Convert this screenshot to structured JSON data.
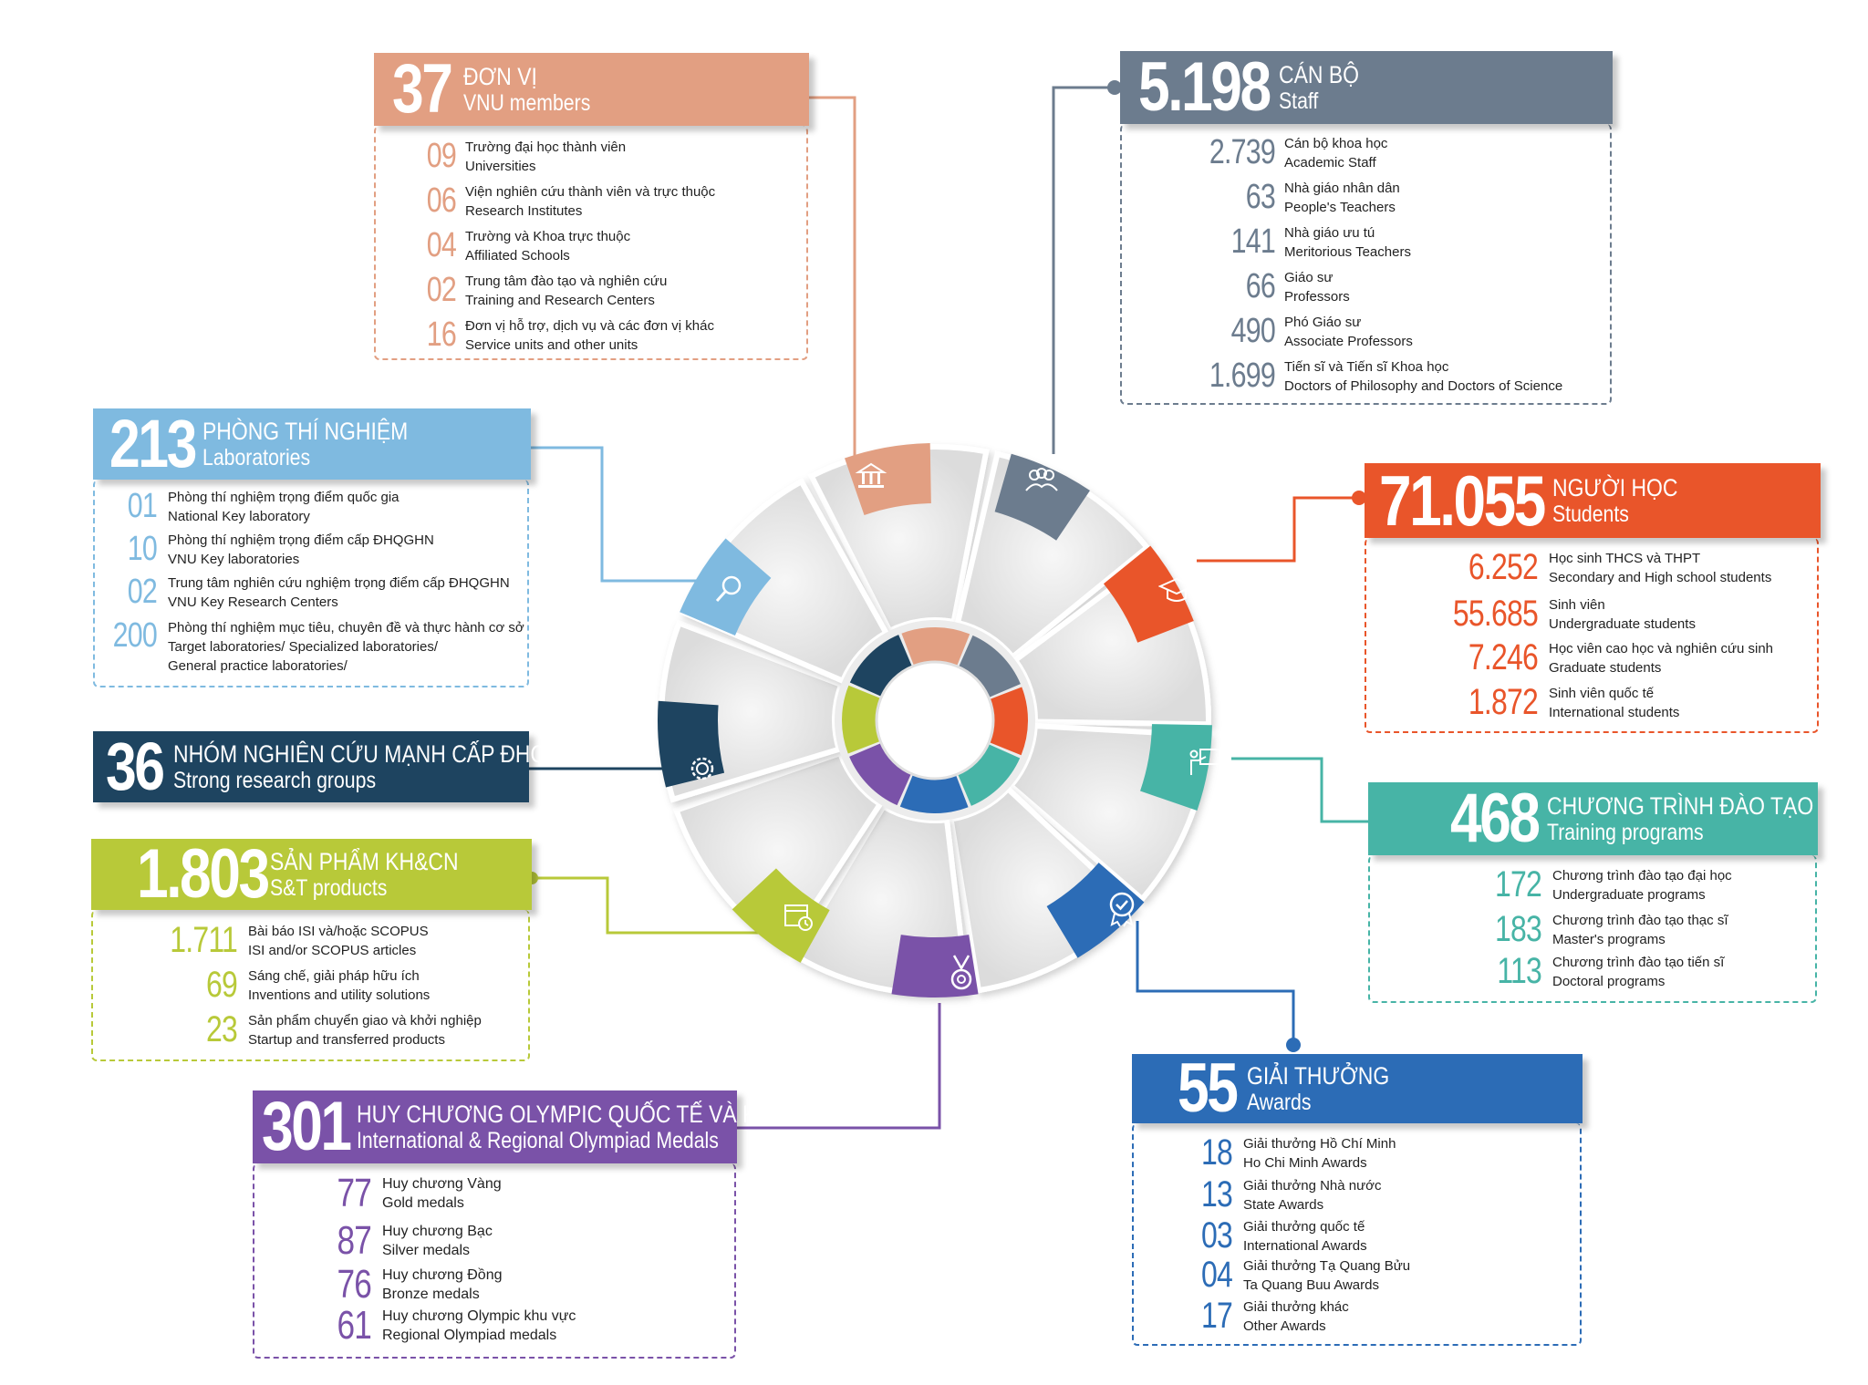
{
  "colors": {
    "members": "#E29F82",
    "staff": "#6C7C8E",
    "labs": "#7FBAE0",
    "students": "#E9552A",
    "groups": "#1E4460",
    "programs": "#47B4A6",
    "products": "#B8C939",
    "medals": "#7A52A8",
    "awards": "#2C6CB6"
  },
  "members": {
    "number": "37",
    "title_vn": "ĐƠN VỊ",
    "title_en": "VNU members",
    "items": [
      {
        "num": "09",
        "vn": "Trường đại học thành viên",
        "en": "Universities"
      },
      {
        "num": "06",
        "vn": "Viện nghiên cứu thành viên và trực thuộc",
        "en": "Research Institutes"
      },
      {
        "num": "04",
        "vn": "Trường và Khoa trực thuộc",
        "en": "Affiliated Schools"
      },
      {
        "num": "02",
        "vn": "Trung tâm đào tạo và nghiên cứu",
        "en": "Training and Research Centers"
      },
      {
        "num": "16",
        "vn": "Đơn vị hỗ trợ, dịch vụ và các đơn vị khác",
        "en": "Service units and other units"
      }
    ]
  },
  "staff": {
    "number": "5.198",
    "title_vn": "CÁN BỘ",
    "title_en": "Staff",
    "items": [
      {
        "num": "2.739",
        "vn": "Cán bộ khoa học",
        "en": "Academic Staff"
      },
      {
        "num": "63",
        "vn": "Nhà giáo nhân dân",
        "en": "People's Teachers"
      },
      {
        "num": "141",
        "vn": "Nhà giáo ưu tú",
        "en": "Meritorious Teachers"
      },
      {
        "num": "66",
        "vn": "Giáo sư",
        "en": "Professors"
      },
      {
        "num": "490",
        "vn": "Phó Giáo sư",
        "en": "Associate Professors"
      },
      {
        "num": "1.699",
        "vn": "Tiến sĩ và Tiến sĩ Khoa học",
        "en": "Doctors of Philosophy and Doctors of Science"
      }
    ]
  },
  "labs": {
    "number": "213",
    "title_vn": "PHÒNG THÍ NGHIỆM",
    "title_en": "Laboratories",
    "items": [
      {
        "num": "01",
        "vn": "Phòng thí nghiệm trọng điểm quốc gia",
        "en": "National Key laboratory"
      },
      {
        "num": "10",
        "vn": "Phòng thí nghiệm trọng điểm cấp ĐHQGHN",
        "en": "VNU Key laboratories"
      },
      {
        "num": "02",
        "vn": "Trung tâm nghiên cứu nghiệm trọng điểm cấp ĐHQGHN",
        "en": "VNU Key Research Centers"
      },
      {
        "num": "200",
        "vn": "Phòng thí nghiệm mục tiêu, chuyên đề và thực hành cơ sở",
        "en": "Target laboratories/ Specialized laboratories/",
        "en2": "General practice laboratories/"
      }
    ]
  },
  "students": {
    "number": "71.055",
    "title_vn": "NGƯỜI HỌC",
    "title_en": "Students",
    "items": [
      {
        "num": "6.252",
        "vn": "Học sinh THCS và THPT",
        "en": "Secondary and High school students"
      },
      {
        "num": "55.685",
        "vn": "Sinh viên",
        "en": "Undergraduate students"
      },
      {
        "num": "7.246",
        "vn": "Học viên cao học và nghiên cứu sinh",
        "en": "Graduate students"
      },
      {
        "num": "1.872",
        "vn": "Sinh viên quốc tế",
        "en": "International students"
      }
    ]
  },
  "groups": {
    "number": "36",
    "title_vn": "NHÓM NGHIÊN CỨU MẠNH CẤP ĐHQGHN",
    "title_en": "Strong research groups"
  },
  "programs": {
    "number": "468",
    "title_vn": "CHƯƠNG TRÌNH ĐÀO TẠO",
    "title_en": "Training programs",
    "items": [
      {
        "num": "172",
        "vn": "Chương trình đào tạo đại học",
        "en": "Undergraduate programs"
      },
      {
        "num": "183",
        "vn": "Chương trình đào tạo thạc sĩ",
        "en": "Master's programs"
      },
      {
        "num": "113",
        "vn": "Chương trình đào tạo tiến sĩ",
        "en": "Doctoral programs"
      }
    ]
  },
  "products": {
    "number": "1.803",
    "title_vn": "SẢN PHẨM KH&CN",
    "title_en": "S&T products",
    "items": [
      {
        "num": "1.711",
        "vn": "Bài báo ISI và/hoặc SCOPUS",
        "en": "ISI and/or SCOPUS articles"
      },
      {
        "num": "69",
        "vn": "Sáng chế, giải pháp hữu ích",
        "en": "Inventions and utility solutions"
      },
      {
        "num": "23",
        "vn": "Sản phẩm chuyển giao và khởi nghiệp",
        "en": "Startup and transferred products"
      }
    ]
  },
  "medals": {
    "number": "301",
    "title_vn": "HUY CHƯƠNG OLYMPIC QUỐC TẾ VÀ KHU VỰC",
    "title_en": "International & Regional Olympiad Medals",
    "items": [
      {
        "num": "77",
        "vn": "Huy chương Vàng",
        "en": "Gold medals"
      },
      {
        "num": "87",
        "vn": "Huy chương Bạc",
        "en": "Silver medals"
      },
      {
        "num": "76",
        "vn": "Huy chương Đồng",
        "en": "Bronze medals"
      },
      {
        "num": "61",
        "vn": "Huy chương Olympic khu vực",
        "en": "Regional Olympiad medals"
      }
    ]
  },
  "awards": {
    "number": "55",
    "title_vn": "GIẢI THƯỞNG",
    "title_en": "Awards",
    "items": [
      {
        "num": "18",
        "vn": "Giải thưởng Hồ Chí Minh",
        "en": "Ho Chi Minh Awards"
      },
      {
        "num": "13",
        "vn": "Giải thưởng Nhà nước",
        "en": "State Awards"
      },
      {
        "num": "03",
        "vn": "Giải thưởng quốc tế",
        "en": "International Awards"
      },
      {
        "num": "04",
        "vn": "Giải thưởng Tạ Quang Bửu",
        "en": "Ta Quang Buu Awards"
      },
      {
        "num": "17",
        "vn": "Giải thưởng khác",
        "en": "Other Awards"
      }
    ]
  }
}
